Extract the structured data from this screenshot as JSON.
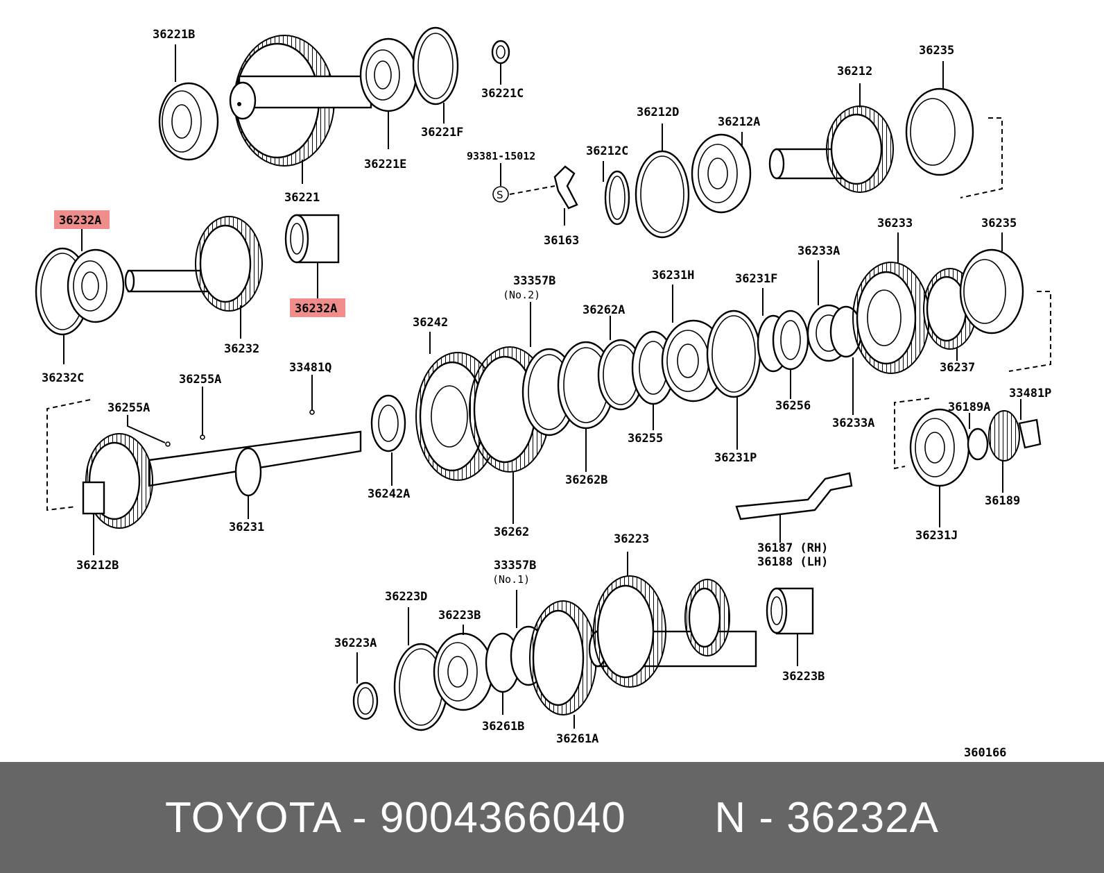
{
  "diagram": {
    "labels": [
      {
        "id": "l01",
        "text": "36221B"
      },
      {
        "id": "l02",
        "text": "36221"
      },
      {
        "id": "l03",
        "text": "36221E"
      },
      {
        "id": "l04",
        "text": "36221F"
      },
      {
        "id": "l05",
        "text": "36221C"
      },
      {
        "id": "l06",
        "text": "93381-15012"
      },
      {
        "id": "l07",
        "text": "36163"
      },
      {
        "id": "l08",
        "text": "36212C"
      },
      {
        "id": "l09",
        "text": "36212D"
      },
      {
        "id": "l10",
        "text": "36212A"
      },
      {
        "id": "l11",
        "text": "36212"
      },
      {
        "id": "l12",
        "text": "36235"
      },
      {
        "id": "l13",
        "text": "36232A"
      },
      {
        "id": "l14",
        "text": "36232A"
      },
      {
        "id": "l15",
        "text": "36232"
      },
      {
        "id": "l16",
        "text": "36232C"
      },
      {
        "id": "l17",
        "text": "36255A"
      },
      {
        "id": "l18",
        "text": "36255A"
      },
      {
        "id": "l19",
        "text": "33481Q"
      },
      {
        "id": "l20",
        "text": "36242"
      },
      {
        "id": "l21",
        "text": "33357B"
      },
      {
        "id": "l22",
        "text": "(No.2)"
      },
      {
        "id": "l23",
        "text": "36262A"
      },
      {
        "id": "l24",
        "text": "36231H"
      },
      {
        "id": "l25",
        "text": "36231F"
      },
      {
        "id": "l26",
        "text": "36233A"
      },
      {
        "id": "l27",
        "text": "36233"
      },
      {
        "id": "l28",
        "text": "36235"
      },
      {
        "id": "l29",
        "text": "36237"
      },
      {
        "id": "l30",
        "text": "36256"
      },
      {
        "id": "l31",
        "text": "36233A"
      },
      {
        "id": "l32",
        "text": "36255"
      },
      {
        "id": "l33",
        "text": "36231P"
      },
      {
        "id": "l34",
        "text": "36262B"
      },
      {
        "id": "l35",
        "text": "36262"
      },
      {
        "id": "l36",
        "text": "36242A"
      },
      {
        "id": "l37",
        "text": "36231"
      },
      {
        "id": "l38",
        "text": "36212B"
      },
      {
        "id": "l39",
        "text": "36189A"
      },
      {
        "id": "l40",
        "text": "33481P"
      },
      {
        "id": "l41",
        "text": "36189"
      },
      {
        "id": "l42",
        "text": "36231J"
      },
      {
        "id": "l43",
        "text": "36187 (RH)"
      },
      {
        "id": "l44",
        "text": "36188 (LH)"
      },
      {
        "id": "l45",
        "text": "36223"
      },
      {
        "id": "l46",
        "text": "33357B"
      },
      {
        "id": "l47",
        "text": "(No.1)"
      },
      {
        "id": "l48",
        "text": "36223D"
      },
      {
        "id": "l49",
        "text": "36223B"
      },
      {
        "id": "l50",
        "text": "36223A"
      },
      {
        "id": "l51",
        "text": "36261B"
      },
      {
        "id": "l52",
        "text": "36261A"
      },
      {
        "id": "l53",
        "text": "36223B"
      },
      {
        "id": "l54",
        "text": "360166"
      }
    ],
    "symbol_s": "S",
    "highlighted_part": "36232A",
    "highlight_color": "#f08080"
  },
  "footer": {
    "brand": "TOYOTA",
    "separator": " - ",
    "part_number": "9004366040",
    "ref_prefix": "N",
    "ref_number": "36232A",
    "background_color": "#666666",
    "text_color": "#ffffff"
  }
}
